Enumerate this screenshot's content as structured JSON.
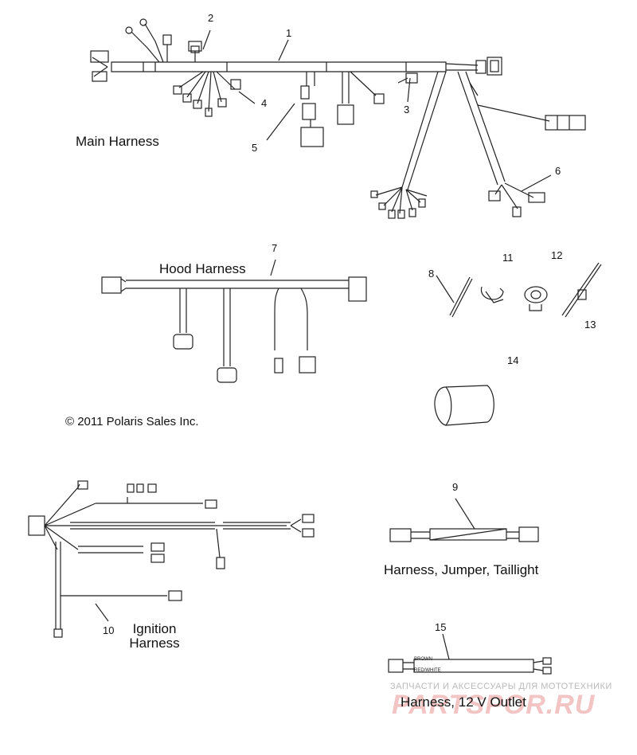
{
  "labels": {
    "main_harness": "Main Harness",
    "hood_harness": "Hood Harness",
    "copyright": "© 2011 Polaris Sales Inc.",
    "ignition_line1": "Ignition",
    "ignition_line2": "Harness",
    "jumper_taillight": "Harness, Jumper, Taillight",
    "outlet_12v": "Harness, 12 V Outlet"
  },
  "callouts": [
    "1",
    "2",
    "3",
    "4",
    "5",
    "6",
    "7",
    "8",
    "9",
    "10",
    "11",
    "12",
    "13",
    "14",
    "15"
  ],
  "wire_tags": {
    "top": "BROWN",
    "bottom": "RED/WHITE"
  },
  "watermark": {
    "tagline": "ЗАПЧАСТИ И АКСЕССУАРЫ ДЛЯ МОТОТЕХНИКИ",
    "logo": "PARTSPOR.RU"
  },
  "colors": {
    "line": "#222222",
    "watermark": "#f2c4c4"
  }
}
